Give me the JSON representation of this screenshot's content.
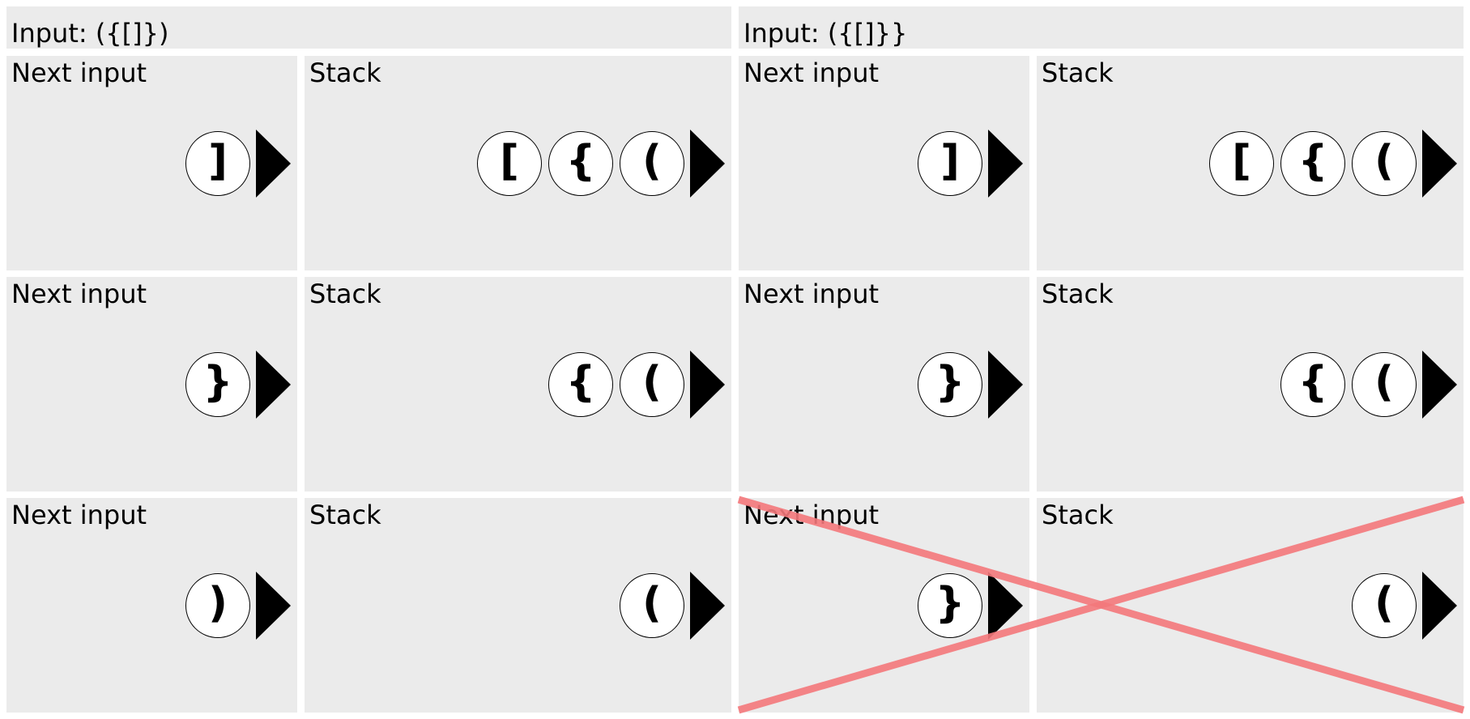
{
  "panels": [
    {
      "input_label": "Input: ({[]})",
      "rows": [
        {
          "next_input_label": "Next input",
          "next_token": "]",
          "stack_label": "Stack",
          "stack": [
            "[",
            "{",
            "("
          ]
        },
        {
          "next_input_label": "Next input",
          "next_token": "}",
          "stack_label": "Stack",
          "stack": [
            "{",
            "("
          ]
        },
        {
          "next_input_label": "Next input",
          "next_token": ")",
          "stack_label": "Stack",
          "stack": [
            "("
          ]
        }
      ],
      "mismatch_cross": false
    },
    {
      "input_label": "Input: ({[]}}",
      "rows": [
        {
          "next_input_label": "Next input",
          "next_token": "]",
          "stack_label": "Stack",
          "stack": [
            "[",
            "{",
            "("
          ]
        },
        {
          "next_input_label": "Next input",
          "next_token": "}",
          "stack_label": "Stack",
          "stack": [
            "{",
            "("
          ]
        },
        {
          "next_input_label": "Next input",
          "next_token": "}",
          "stack_label": "Stack",
          "stack": [
            "("
          ]
        }
      ],
      "mismatch_cross": true,
      "cross_color": "#f4787c"
    }
  ]
}
